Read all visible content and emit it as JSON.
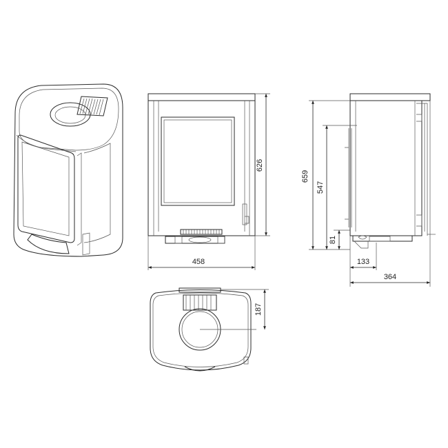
{
  "dimensions": {
    "width_front": "458",
    "height_front": "626",
    "height_total": "659",
    "height_outlet": "547",
    "height_base": "81",
    "depth_outlet": "133",
    "depth_total": "364",
    "depth_top": "187"
  }
}
